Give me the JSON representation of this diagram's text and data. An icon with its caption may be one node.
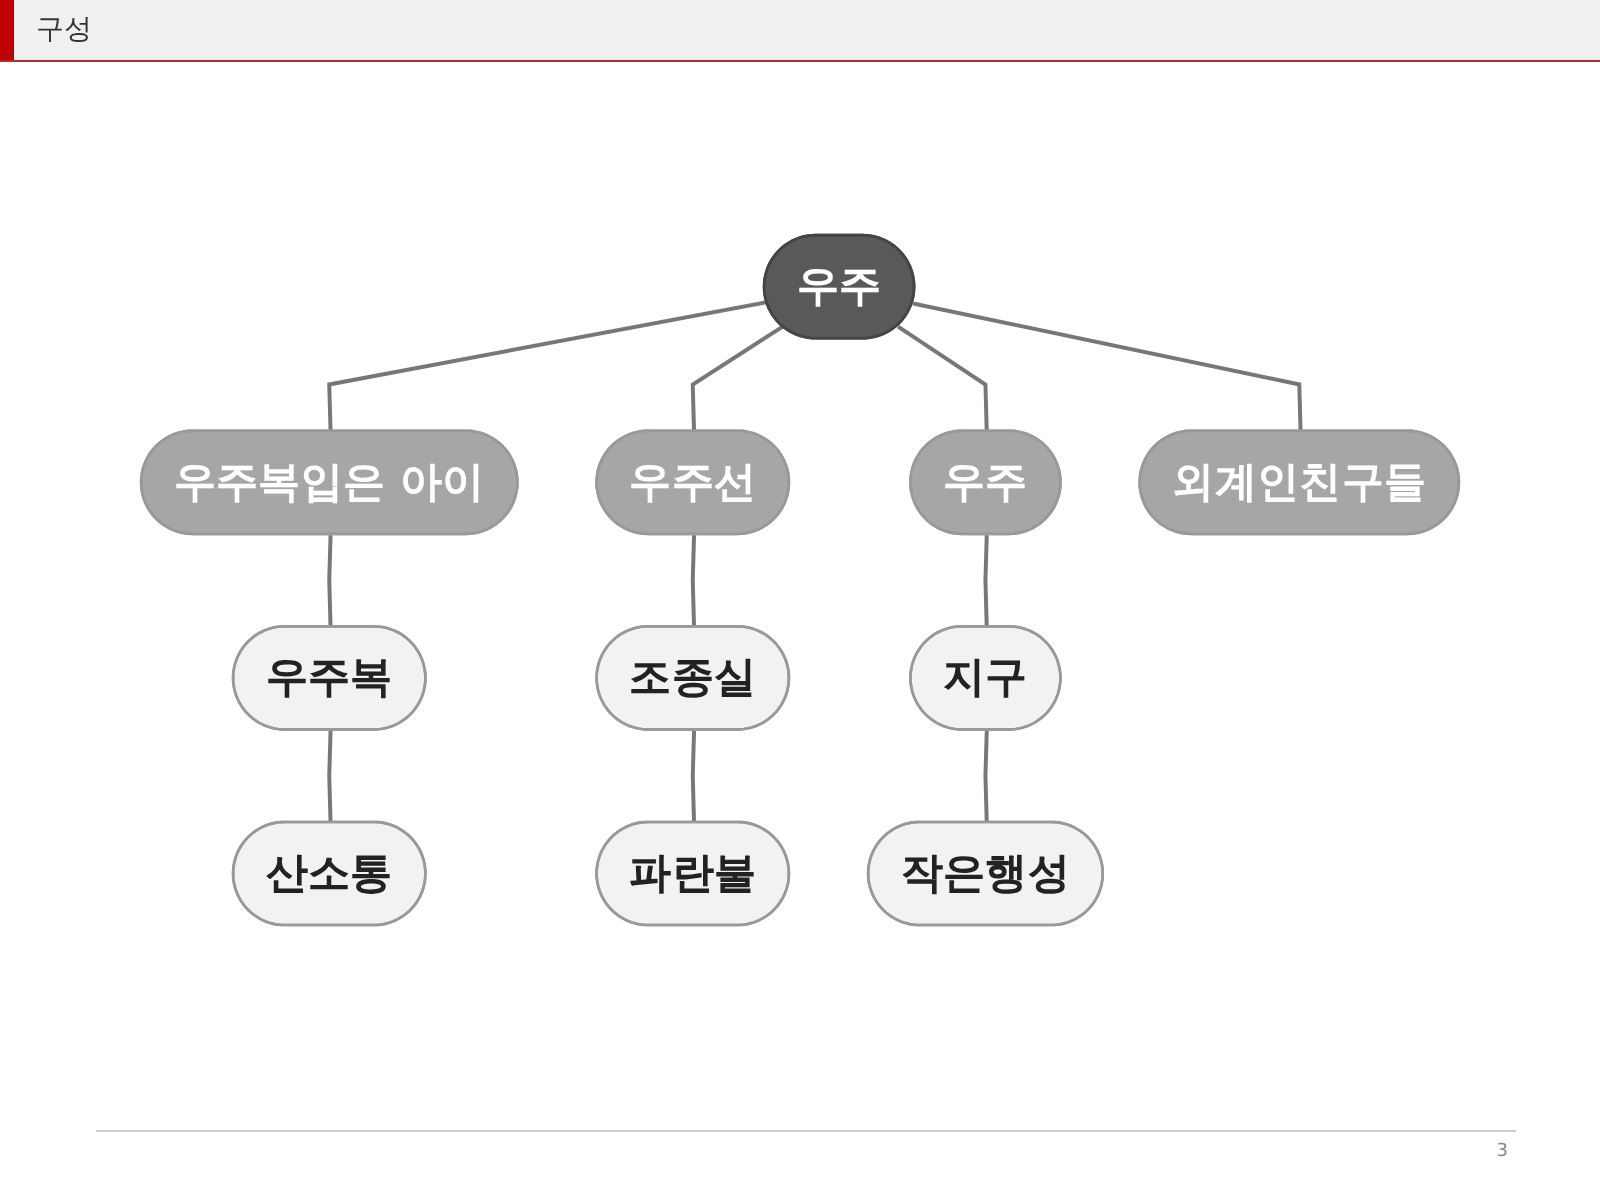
{
  "diagram": {
    "title": "구성",
    "nodes": [
      {
        "text": [
          "우주"
        ]
      },
      {
        "text": [
          "우주복입은 아이"
        ]
      },
      {
        "text": [
          "우주선"
        ]
      },
      {
        "text": [
          "우주"
        ]
      },
      {
        "text": [
          "외계인친구들"
        ]
      },
      {
        "text": [
          "우주복"
        ]
      },
      {
        "text": [
          "산소통"
        ]
      },
      {
        "text": [
          "조종실"
        ]
      },
      {
        "text": [
          "파란불"
        ]
      },
      {
        "text": [
          "지구"
        ]
      },
      {
        "text": [
          "작은행성"
        ]
      }
    ],
    "edges": [
      {
        "from": 0,
        "to": 1,
        "arrow": "none"
      },
      {
        "from": 0,
        "to": 2,
        "arrow": "none"
      },
      {
        "from": 0,
        "to": 3,
        "arrow": "none"
      },
      {
        "from": 0,
        "to": 4,
        "arrow": "none"
      },
      {
        "from": 1,
        "to": 5,
        "arrow": "none"
      },
      {
        "from": 5,
        "to": 6,
        "arrow": "none"
      },
      {
        "from": 2,
        "to": 7,
        "arrow": "none"
      },
      {
        "from": 7,
        "to": 8,
        "arrow": "none"
      },
      {
        "from": 3,
        "to": 9,
        "arrow": "none"
      },
      {
        "from": 9,
        "to": 10,
        "arrow": "none"
      }
    ],
    "labels": [
      "3"
    ]
  }
}
